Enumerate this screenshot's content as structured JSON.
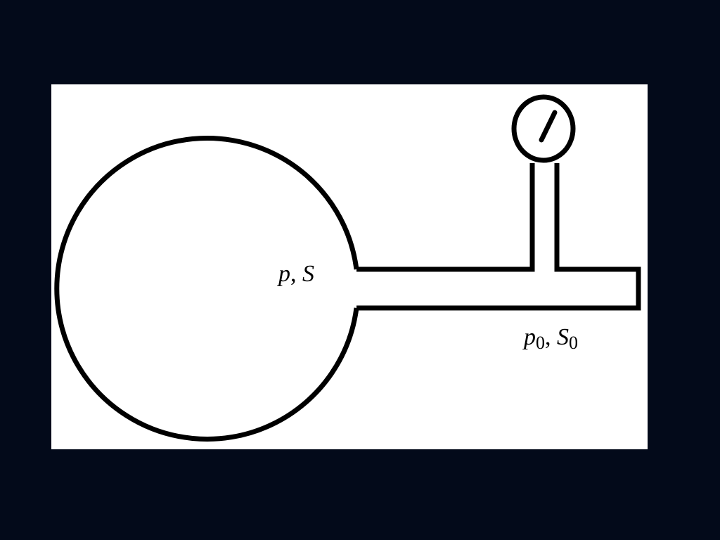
{
  "diagram": {
    "labels": {
      "sphere": {
        "symbol_a": "p",
        "separator": ", ",
        "symbol_b": "S"
      },
      "outlet": {
        "symbol_a": "p",
        "subscript_a": "0",
        "separator": ", ",
        "symbol_b": "S",
        "subscript_b": "0"
      }
    },
    "icons": {
      "gauge": "pressure-gauge-icon"
    },
    "colors": {
      "background": "#030a1a",
      "panel": "#ffffff",
      "stroke": "#000000"
    }
  }
}
